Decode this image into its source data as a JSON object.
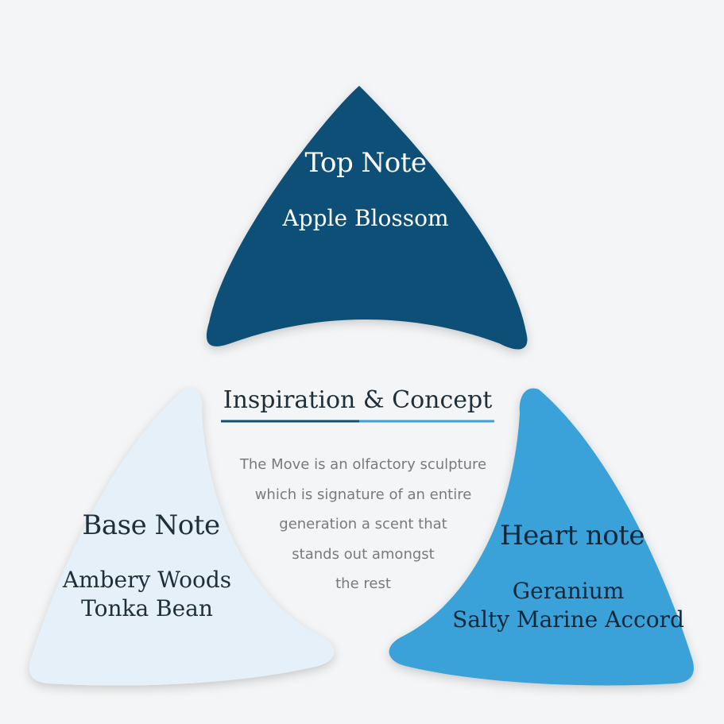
{
  "colors": {
    "top": "#0f4f76",
    "base": "#e6f0f8",
    "heart": "#3aa2d9",
    "underline_dark": "#0f4f76",
    "underline_light": "#3aa2d9",
    "body_text": "#7a7a7a"
  },
  "top_note": {
    "title": "Top Note",
    "ingredients": [
      "Apple Blossom"
    ]
  },
  "base_note": {
    "title": "Base Note",
    "ingredients": [
      "Ambery Woods",
      "Tonka Bean"
    ]
  },
  "heart_note": {
    "title": "Heart note",
    "ingredients": [
      "Geranium",
      "Salty Marine Accord"
    ]
  },
  "concept": {
    "title": "Inspiration & Concept",
    "lines": [
      "The Move is an olfactory sculpture",
      "which is signature of an entire",
      "generation a scent that",
      "stands out amongst",
      "the rest"
    ]
  }
}
